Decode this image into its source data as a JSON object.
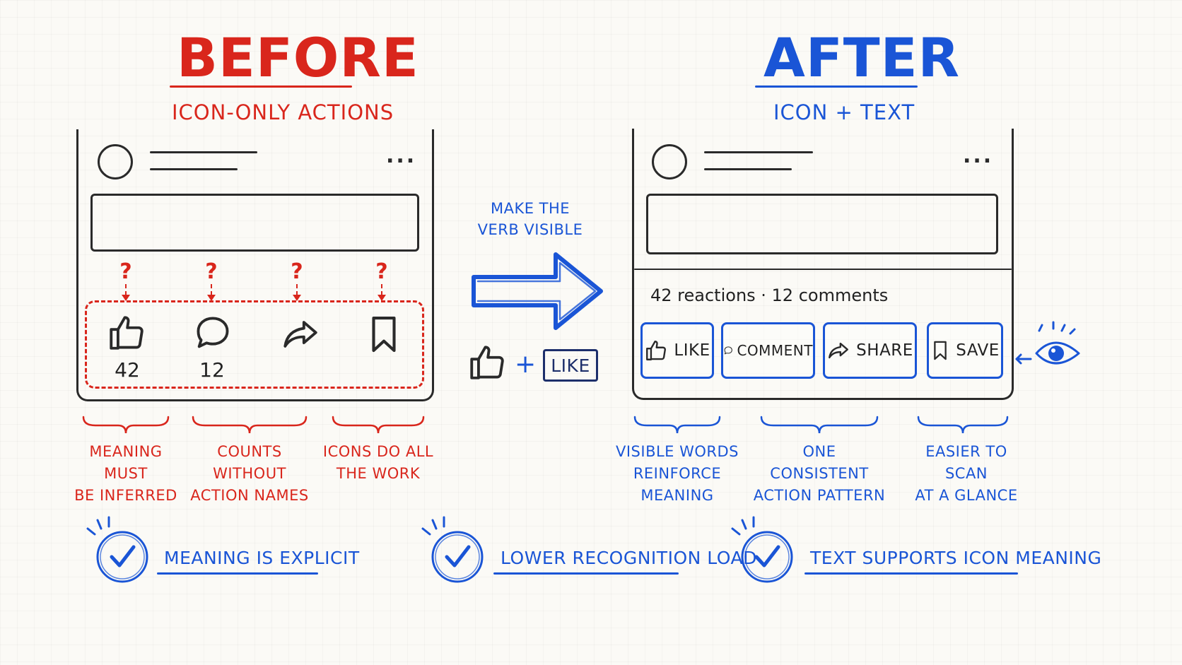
{
  "before": {
    "title": "BEFORE",
    "subtitle": "ICON-ONLY ACTIONS",
    "question_mark": "?",
    "like_count": "42",
    "comment_count": "12",
    "captions": [
      {
        "line1": "MEANING MUST",
        "line2": "BE INFERRED"
      },
      {
        "line1": "COUNTS WITHOUT",
        "line2": "ACTION NAMES"
      },
      {
        "line1": "ICONS DO ALL",
        "line2": "THE WORK"
      }
    ]
  },
  "after": {
    "title": "AFTER",
    "subtitle": "ICON + TEXT",
    "stats": "42 reactions · 12 comments",
    "actions": [
      {
        "label": "LIKE",
        "icon": "thumbs-up-icon"
      },
      {
        "label": "COMMENT",
        "icon": "speech-bubble-icon"
      },
      {
        "label": "SHARE",
        "icon": "share-arrow-icon"
      },
      {
        "label": "SAVE",
        "icon": "bookmark-icon"
      }
    ],
    "captions": [
      {
        "line1": "VISIBLE WORDS",
        "line2": "REINFORCE MEANING"
      },
      {
        "line1": "ONE CONSISTENT",
        "line2": "ACTION PATTERN"
      },
      {
        "line1": "EASIER TO SCAN",
        "line2": "AT A GLANCE"
      }
    ]
  },
  "middle": {
    "note_line1": "MAKE THE",
    "note_line2": "VERB VISIBLE",
    "plus": "+",
    "like_label": "LIKE"
  },
  "benefits": [
    "MEANING IS EXPLICIT",
    "LOWER RECOGNITION LOAD",
    "TEXT SUPPORTS ICON MEANING"
  ],
  "menu_dots": "...",
  "colors": {
    "before": "#d9261c",
    "after": "#1a55d6",
    "ink": "#222222",
    "background": "#fbfaf6"
  }
}
